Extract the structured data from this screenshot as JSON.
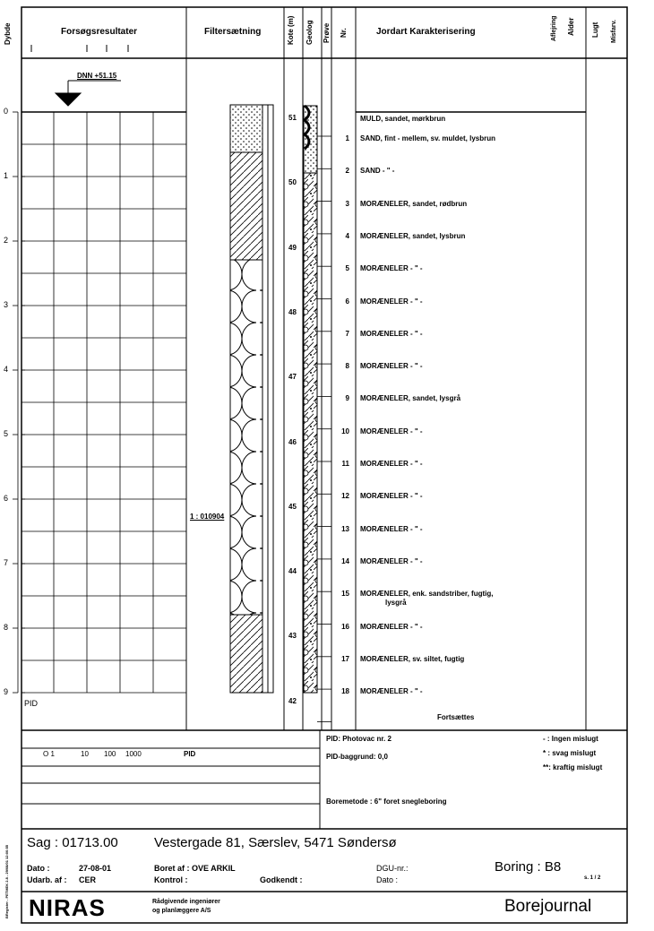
{
  "header": {
    "depth_label": "Dybde",
    "tests": "Forsøgsresultater",
    "filter": "Filtersætning",
    "kote": "Kote (m)",
    "geolog": "Geolog",
    "sample": "Prøve",
    "nr": "Nr.",
    "soil": "Jordart  Karakterisering",
    "deposit": "Aflejring",
    "age": "Alder",
    "smell": "Lugt",
    "discolor": "Misfarv."
  },
  "level_marker": "DNN +51.15",
  "depth_ticks": [
    "0",
    "1",
    "2",
    "3",
    "4",
    "5",
    "6",
    "7",
    "8",
    "9"
  ],
  "kote_ticks": [
    "51",
    "50",
    "49",
    "48",
    "47",
    "46",
    "45",
    "44",
    "43",
    "42"
  ],
  "filter_label": "1 : 010904",
  "pid_label": "PID",
  "top_layer": "MULD, sandet, mørkbrun",
  "samples": [
    {
      "nr": "1",
      "text": "SAND, fint - mellem, sv. muldet,  lysbrun"
    },
    {
      "nr": "2",
      "text": "SAND  - \" -"
    },
    {
      "nr": "3",
      "text": "MORÆNELER, sandet, rødbrun"
    },
    {
      "nr": "4",
      "text": "MORÆNELER, sandet, lysbrun"
    },
    {
      "nr": "5",
      "text": "MORÆNELER  - \" -"
    },
    {
      "nr": "6",
      "text": "MORÆNELER  - \" -"
    },
    {
      "nr": "7",
      "text": "MORÆNELER  - \" -"
    },
    {
      "nr": "8",
      "text": "MORÆNELER  - \" -"
    },
    {
      "nr": "9",
      "text": "MORÆNELER, sandet, lysgrå"
    },
    {
      "nr": "10",
      "text": "MORÆNELER  - \" -"
    },
    {
      "nr": "11",
      "text": "MORÆNELER  - \" -"
    },
    {
      "nr": "12",
      "text": "MORÆNELER  - \" -"
    },
    {
      "nr": "13",
      "text": "MORÆNELER  - \" -"
    },
    {
      "nr": "14",
      "text": "MORÆNELER  - \" -"
    },
    {
      "nr": "15",
      "text": "MORÆNELER, enk. sandstriber, fugtig,",
      "text2": "lysgrå"
    },
    {
      "nr": "16",
      "text": "MORÆNELER  - \" -"
    },
    {
      "nr": "17",
      "text": "MORÆNELER, sv. siltet, fugtig"
    },
    {
      "nr": "18",
      "text": "MORÆNELER  - \" -"
    }
  ],
  "continued": "Fortsættes",
  "scale": {
    "circle": "O 1",
    "t10": "10",
    "t100": "100",
    "t1000": "1000",
    "unit": "PID"
  },
  "notes": {
    "pid": "PID: Photovac nr. 2",
    "background": "PID-baggrund: 0,0",
    "method": "Boremetode : 6\" foret snegleboring",
    "legend_none": "- : Ingen mislugt",
    "legend_weak": "* : svag mislugt",
    "legend_strong": "**: kraftig mislugt"
  },
  "title_block": {
    "case": "Sag :  01713.00",
    "address": "Vestergade 81, Særslev, 5471 Søndersø",
    "date_label": "Dato :",
    "date": "27-08-01",
    "drilled_by": "Boret af :  OVE ARKIL",
    "dgu": "DGU-nr.:",
    "boring": "Boring : B8",
    "prepared_label": "Udarb. af :",
    "prepared": "CER",
    "control": "Kontrol :",
    "approved": "Godkendt :",
    "date2": "Dato :",
    "page": "s. 1 / 2",
    "company": "NIRAS",
    "company_sub1": "Rådgivende ingeniører",
    "company_sub2": "og planlæggere A/S",
    "doc_title": "Borejournal",
    "side_stamp": "BRegister - PETMEK 2.8 - 29/08/01 12:00:55"
  }
}
